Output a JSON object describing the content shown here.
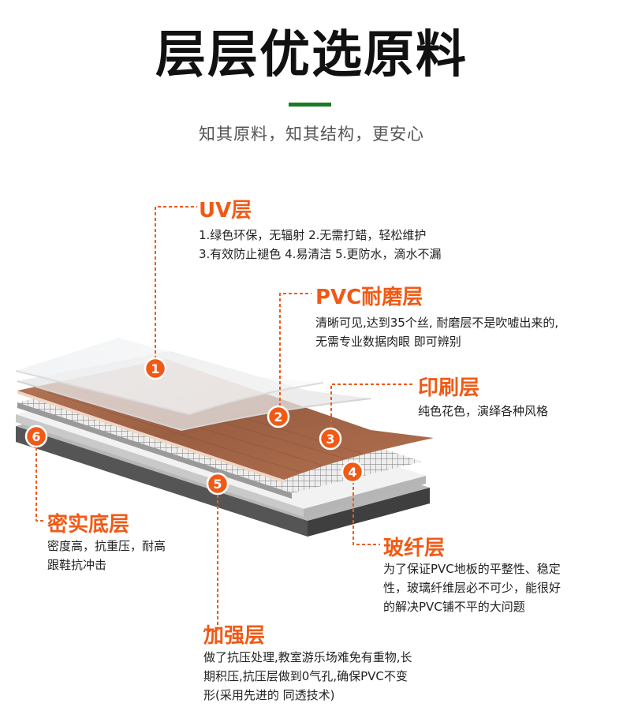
{
  "header": {
    "title": "层层优选原料",
    "subtitle": "知其原料，知其结构，更安心"
  },
  "colors": {
    "accent": "#f05a16",
    "title_bar": "#1b7a24",
    "wood": "#a86a4b"
  },
  "layers": [
    {
      "number": "1",
      "title": "UV层",
      "lines": [
        "1.绿色环保，无辐射 2.无需打蜡，轻松维护",
        "3.有效防止褪色 4.易清洁 5.更防水，滴水不漏"
      ]
    },
    {
      "number": "2",
      "title": "PVC耐磨层",
      "lines": [
        "清晰可见,达到35个丝, 耐磨层不是吹嘘出来的,",
        "无需专业数据肉眼 即可辨别"
      ]
    },
    {
      "number": "3",
      "title": "印刷层",
      "lines": [
        "纯色花色，演绎各种风格"
      ]
    },
    {
      "number": "4",
      "title": "玻纤层",
      "lines": [
        "为了保证PVC地板的平整性、稳定",
        "性，玻璃纤维层必不可少，能很好",
        "的解决PVC铺不平的大问题"
      ]
    },
    {
      "number": "5",
      "title": "加强层",
      "lines": [
        "做了抗压处理,教室游乐场难免有重物,长",
        "期积压,抗压层做到0气孔,确保PVC不变",
        "形(采用先进的 同透技术)"
      ]
    },
    {
      "number": "6",
      "title": "密实底层",
      "lines": [
        "密度高，抗重压，耐高",
        "跟鞋抗冲击"
      ]
    }
  ]
}
